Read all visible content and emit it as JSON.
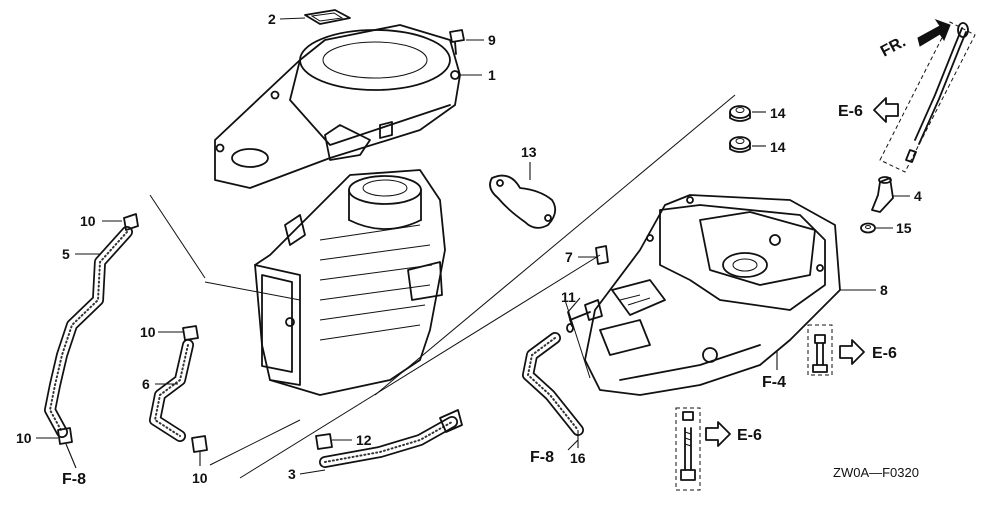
{
  "diagram": {
    "part_numbers": {
      "p1": "1",
      "p2": "2",
      "p3": "3",
      "p4": "4",
      "p5": "5",
      "p6": "6",
      "p7": "7",
      "p8": "8",
      "p9": "9",
      "p10a": "10",
      "p10b": "10",
      "p10c": "10",
      "p10d": "10",
      "p11": "11",
      "p12": "12",
      "p13": "13",
      "p14a": "14",
      "p14b": "14",
      "p15": "15",
      "p16": "16"
    },
    "references": {
      "e6_top": "E-6",
      "e6_mid": "E-6",
      "e6_bot": "E-6",
      "f4": "F-4",
      "f8_left": "F-8",
      "f8_mid": "F-8"
    },
    "front_label": "FR.",
    "figure_code": "ZW0A—F0320"
  }
}
